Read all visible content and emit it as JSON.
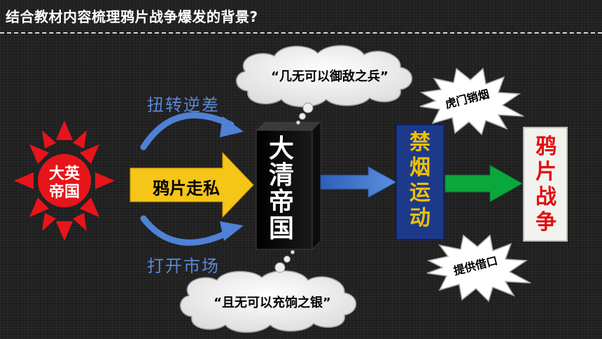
{
  "title": "结合教材内容梳理鸦片战争爆发的背景?",
  "britain": {
    "line1": "大英",
    "line2": "帝国"
  },
  "flow": {
    "top_arrow_label": "扭转逆差",
    "bottom_arrow_label": "打开市场",
    "smuggling": "鸦片走私"
  },
  "qing": [
    "大",
    "清",
    "帝",
    "国"
  ],
  "clouds": {
    "top": "“几无可以御敌之兵”",
    "bottom": "“且无可以充饷之银”"
  },
  "ban": [
    "禁",
    "烟",
    "运",
    "动"
  ],
  "bursts": {
    "top": "虎门销烟",
    "bottom": "提供借口"
  },
  "war": [
    "鸦",
    "片",
    "战",
    "争"
  ],
  "colors": {
    "sun": "#e8141b",
    "opium_arrow": "#f5c518",
    "curved_arrow": "#4f81d6",
    "qing_box": "#000000",
    "ban_box": "#1d3a8a",
    "ban_text": "#f0c000",
    "green_arrow": "#0aa83c",
    "war_box": "#f2f2ee",
    "war_text": "#e21010"
  }
}
